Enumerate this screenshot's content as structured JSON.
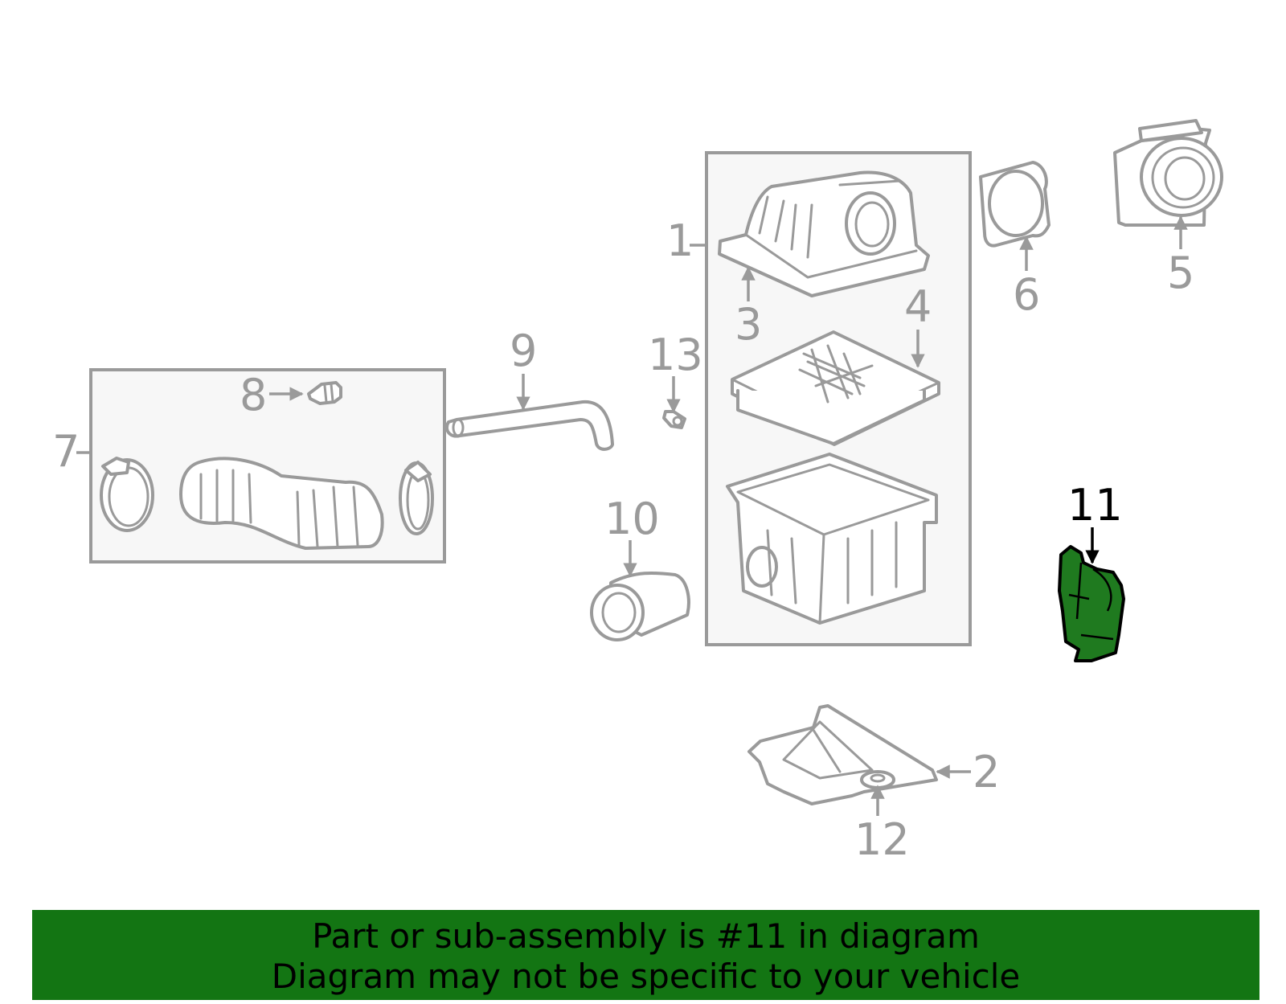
{
  "colors": {
    "banner_bg": "#137513",
    "highlight_part": "#1f7a1f",
    "line_gray": "#9a9a9a"
  },
  "callouts": {
    "c1": "1",
    "c2": "2",
    "c3": "3",
    "c4": "4",
    "c5": "5",
    "c6": "6",
    "c7": "7",
    "c8": "8",
    "c9": "9",
    "c10": "10",
    "c11": "11",
    "c12": "12",
    "c13": "13"
  },
  "highlighted_callout": "11",
  "banner": {
    "line1": "Part or sub-assembly is #11 in diagram",
    "line2": "Diagram may not be specific to your vehicle"
  }
}
